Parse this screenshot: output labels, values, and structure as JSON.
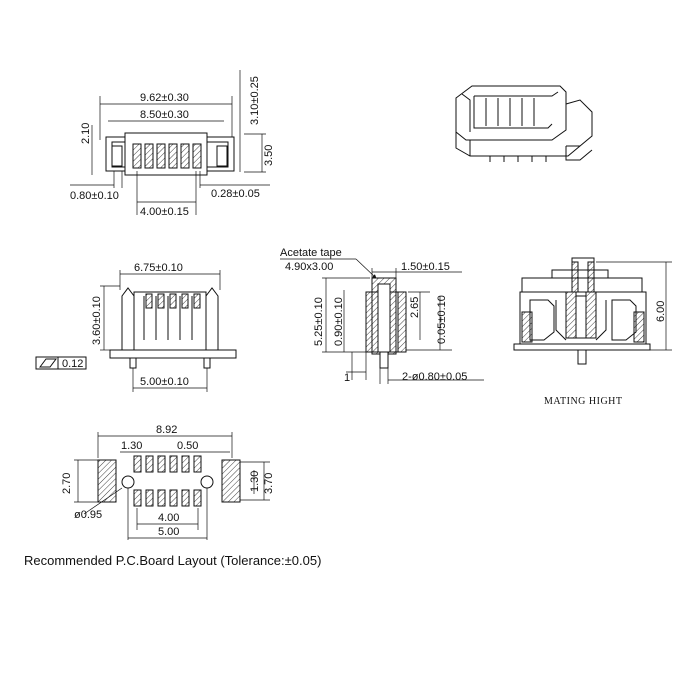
{
  "dims": {
    "top_w1": "9.62±0.30",
    "top_w2": "8.50±0.30",
    "top_h_left": "2.10",
    "top_h_right": "3.10±0.25",
    "top_h_side": "3.50",
    "top_pin_w": "0.80±0.10",
    "top_pin_gap": "0.28±0.05",
    "top_pitch_span": "4.00±0.15",
    "front_w": "6.75±0.10",
    "front_h": "3.60±0.10",
    "front_base": "5.00±0.10",
    "flatness": "0.12",
    "side_tape_1": "Acetate tape",
    "side_tape_2": "4.90x3.00",
    "side_top_w": "1.50±0.15",
    "side_h_total": "5.25±0.10",
    "side_h_pin": "0.90±0.10",
    "side_h_mid": "2.65",
    "side_h_small": "0.05±0.10",
    "side_left": "1",
    "side_post": "2-ø0.80±0.05",
    "mate_h": "6.00",
    "mate_caption": "MATING HIGHT",
    "pcb_w": "8.92",
    "pcb_pad": "1.30",
    "pcb_pitch": "0.50",
    "pcb_h_left": "2.70",
    "pcb_h_r1": "1.30",
    "pcb_h_r2": "3.70",
    "pcb_hole": "ø0.95",
    "pcb_span1": "4.00",
    "pcb_span2": "5.00",
    "caption": "Recommended P.C.Board Layout (Tolerance:±0.05)"
  }
}
